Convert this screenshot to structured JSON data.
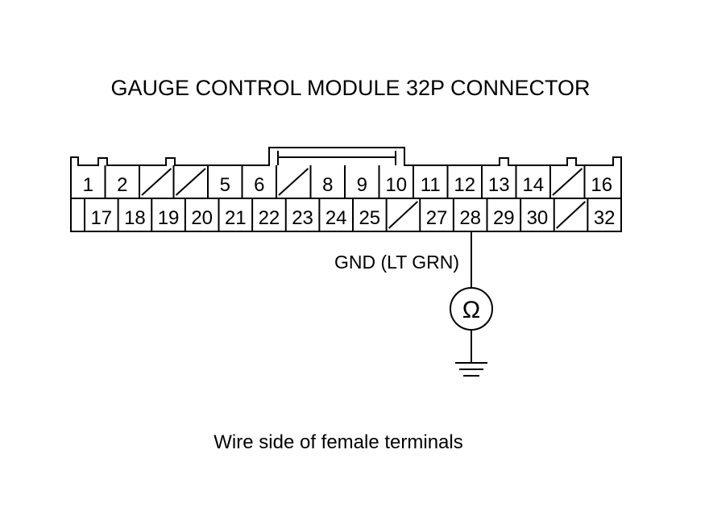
{
  "title": "GAUGE CONTROL MODULE 32P CONNECTOR",
  "caption": "Wire side of female terminals",
  "probe_label": "GND (LT GRN)",
  "meter_symbol": "Ω",
  "meter_icon": "ohmmeter-icon",
  "ground_icon": "ground-icon",
  "line_color": "#000000",
  "connector": {
    "top_row": [
      "1",
      "2",
      "",
      "",
      "5",
      "6",
      "",
      "8",
      "9",
      "10",
      "11",
      "12",
      "13",
      "14",
      "",
      "16"
    ],
    "bottom_row": [
      "",
      "17",
      "18",
      "19",
      "20",
      "21",
      "22",
      "23",
      "24",
      "25",
      "",
      "27",
      "28",
      "29",
      "30",
      "",
      "32"
    ],
    "probe_terminal": "28"
  }
}
